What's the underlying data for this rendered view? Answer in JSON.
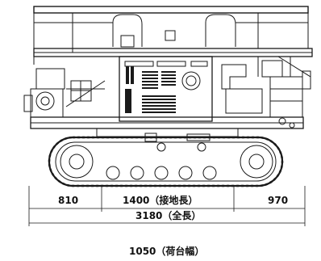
{
  "dimensions": {
    "front_overhang": "810",
    "ground_contact_length": "1400（接地長）",
    "rear_overhang": "970",
    "overall_length": "3180（全長）",
    "bed_width": "1050（荷台幅）"
  },
  "colors": {
    "line": "#1a1a1a",
    "background": "#ffffff"
  }
}
